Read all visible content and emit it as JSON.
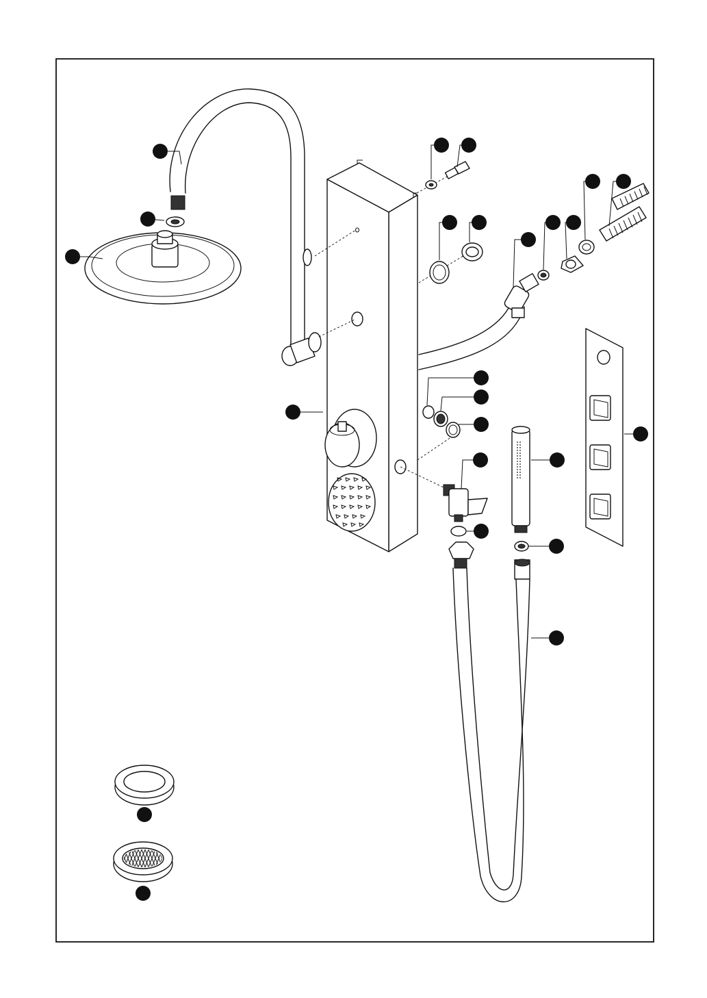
{
  "diagram": {
    "colors": {
      "line": "#111111",
      "paper": "#ffffff",
      "callout": "#111111",
      "metal_shade": "#cfcfcf"
    },
    "parts": [
      {
        "name": "gooseneck-arm"
      },
      {
        "name": "arm-washer"
      },
      {
        "name": "rain-shower-head"
      },
      {
        "name": "fixing-washer"
      },
      {
        "name": "fixing-screw"
      },
      {
        "name": "top-seal-ring"
      },
      {
        "name": "top-nut"
      },
      {
        "name": "inlet-elbow-hose"
      },
      {
        "name": "inlet-washer"
      },
      {
        "name": "inlet-nut"
      },
      {
        "name": "inlet-seal-ring"
      },
      {
        "name": "inlet-connectors"
      },
      {
        "name": "shower-panel-column"
      },
      {
        "name": "outlet-washer"
      },
      {
        "name": "outlet-nut"
      },
      {
        "name": "outlet-seal-ring"
      },
      {
        "name": "hand-shower-holder"
      },
      {
        "name": "holder-washer"
      },
      {
        "name": "hand-shower"
      },
      {
        "name": "hand-shower-washer"
      },
      {
        "name": "shower-hose"
      },
      {
        "name": "control-button-panel"
      },
      {
        "name": "spare-plain-washer"
      },
      {
        "name": "spare-filter-washer"
      }
    ]
  }
}
